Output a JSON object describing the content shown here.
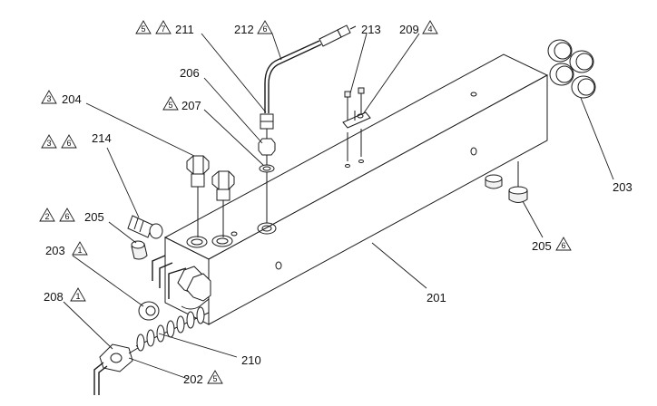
{
  "callouts": [
    {
      "id": "c-211",
      "number": "211",
      "notes": [
        "5",
        "7"
      ]
    },
    {
      "id": "c-212",
      "number": "212",
      "notes": [
        "6"
      ]
    },
    {
      "id": "c-213",
      "number": "213",
      "notes": []
    },
    {
      "id": "c-209",
      "number": "209",
      "notes": [
        "4"
      ]
    },
    {
      "id": "c-206",
      "number": "206",
      "notes": []
    },
    {
      "id": "c-204",
      "number": "204",
      "notes": [
        "3"
      ]
    },
    {
      "id": "c-207",
      "number": "207",
      "notes": [
        "5"
      ]
    },
    {
      "id": "c-214",
      "number": "214",
      "notes": [
        "3",
        "6"
      ]
    },
    {
      "id": "c-205a",
      "number": "205",
      "notes": [
        "2",
        "6"
      ]
    },
    {
      "id": "c-203a",
      "number": "203",
      "notes": [
        "1"
      ]
    },
    {
      "id": "c-208",
      "number": "208",
      "notes": [
        "1"
      ]
    },
    {
      "id": "c-210",
      "number": "210",
      "notes": []
    },
    {
      "id": "c-202",
      "number": "202",
      "notes": [
        "5"
      ]
    },
    {
      "id": "c-201",
      "number": "201",
      "notes": []
    },
    {
      "id": "c-205b",
      "number": "205",
      "notes": [
        "6"
      ]
    },
    {
      "id": "c-203b",
      "number": "203",
      "notes": []
    }
  ]
}
